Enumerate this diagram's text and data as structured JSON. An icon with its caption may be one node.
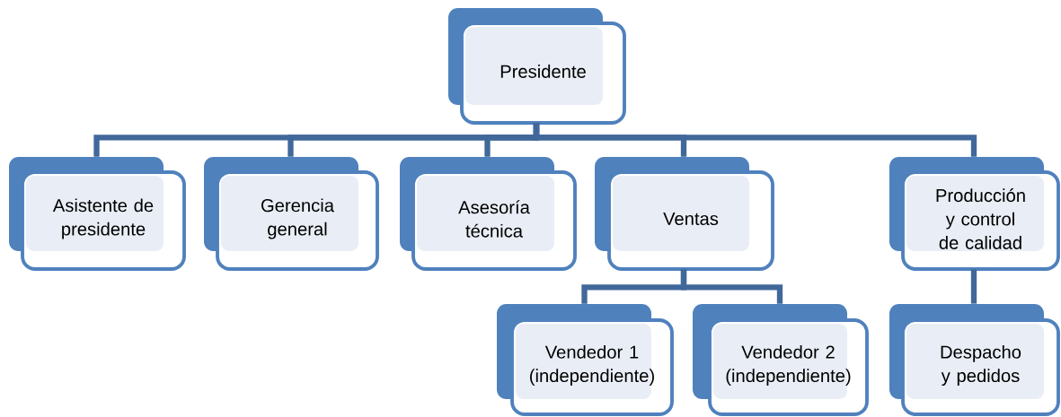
{
  "diagram": {
    "nodes": [
      {
        "text": [
          "Presidente"
        ]
      },
      {
        "text": [
          "Asistente de presidente"
        ]
      },
      {
        "text": [
          "Gerencia general"
        ]
      },
      {
        "text": [
          "Asesoría técnica"
        ]
      },
      {
        "text": [
          "Ventas"
        ]
      },
      {
        "text": [
          "Producción y control de calidad"
        ]
      },
      {
        "text": [
          "Vendedor 1 (independiente)"
        ]
      },
      {
        "text": [
          "Vendedor 2 (independiente)"
        ]
      },
      {
        "text": [
          "Despacho y pedidos"
        ]
      }
    ],
    "edges": [
      {
        "from": 0,
        "to": 1,
        "arrow": "none"
      },
      {
        "from": 0,
        "to": 2,
        "arrow": "none"
      },
      {
        "from": 0,
        "to": 3,
        "arrow": "none"
      },
      {
        "from": 0,
        "to": 4,
        "arrow": "none"
      },
      {
        "from": 0,
        "to": 5,
        "arrow": "none"
      },
      {
        "from": 4,
        "to": 6,
        "arrow": "none"
      },
      {
        "from": 4,
        "to": 7,
        "arrow": "none"
      },
      {
        "from": 5,
        "to": 8,
        "arrow": "none"
      }
    ]
  }
}
